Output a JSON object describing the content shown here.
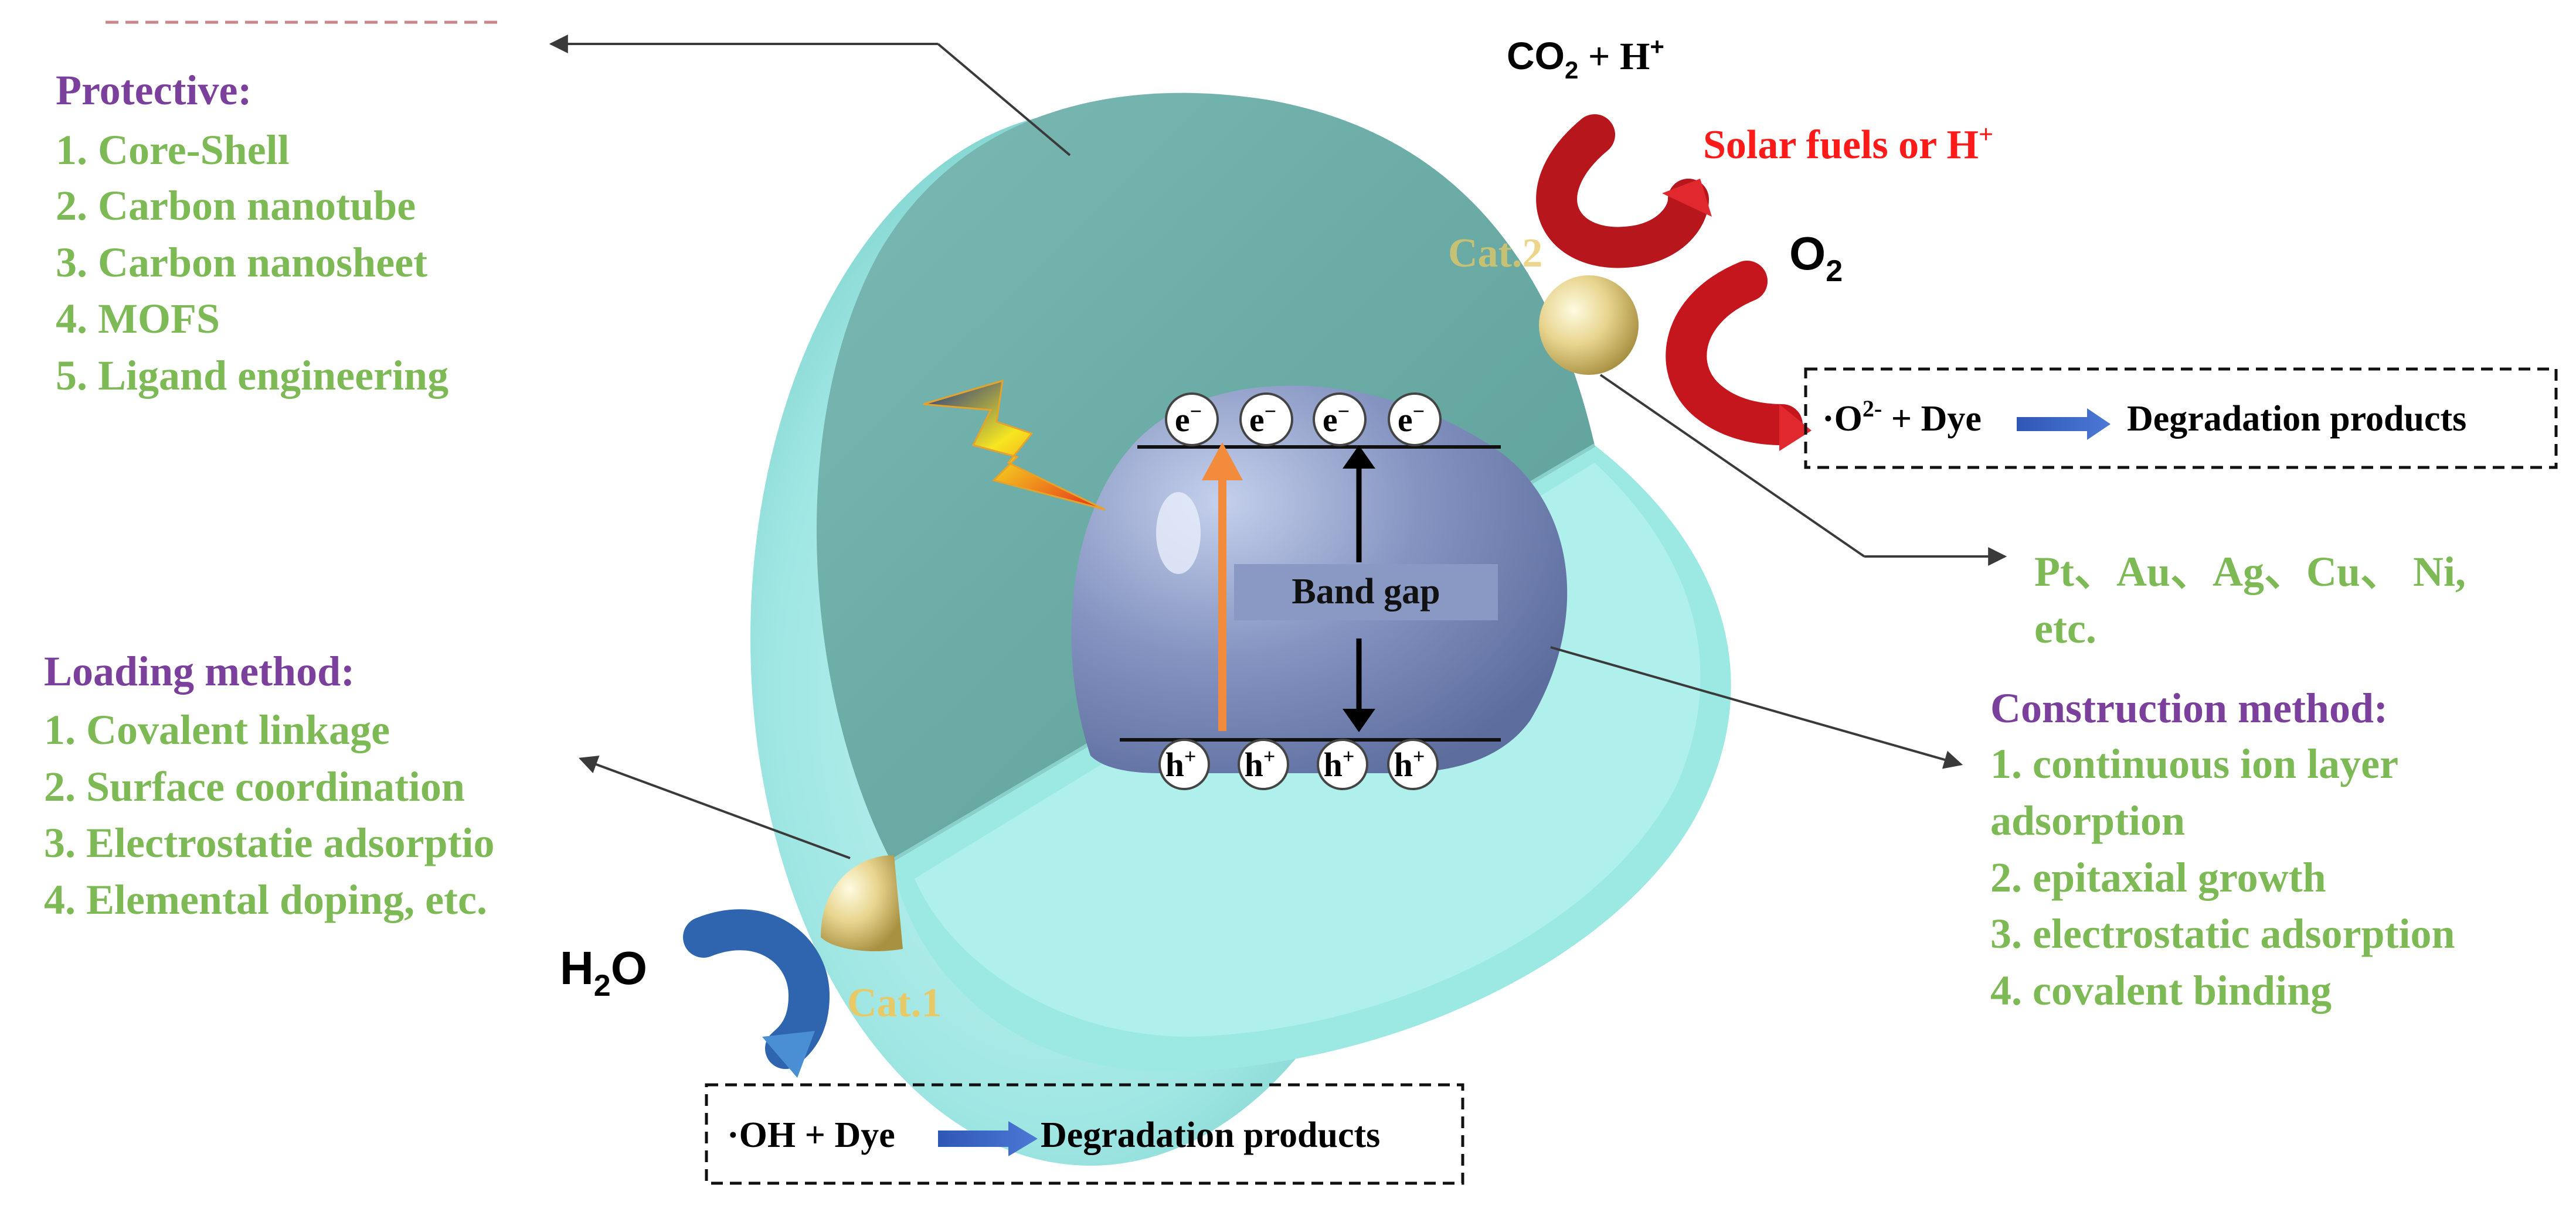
{
  "protective": {
    "title": "Protective:",
    "items": [
      "1. Core-Shell",
      "2. Carbon nanotube",
      "3. Carbon nanosheet",
      "4. MOFS",
      "5. Ligand engineering"
    ]
  },
  "loading": {
    "title": "Loading method:",
    "items": [
      "1. Covalent linkage",
      "2. Surface coordination",
      "3. Electrostatie adsorptio",
      "4. Elemental doping, etc."
    ]
  },
  "construction": {
    "title": "Construction method:",
    "items": [
      "1. continuous ion layer",
      "adsorption",
      "2. epitaxial growth",
      "3. electrostatic adsorption",
      "4. covalent binding"
    ]
  },
  "metals": {
    "line1": "Pt、Au、Ag、Cu、 Ni,",
    "line2": "etc."
  },
  "reactions": {
    "co2": "CO",
    "co2_sub": "2",
    "co2_plus": " + H",
    "co2_sup": "+",
    "solar": "Solar fuels or H",
    "solar_sup": "+",
    "o2": "O",
    "o2_sub": "2",
    "h2o_h": "H",
    "h2o_sub": "2",
    "h2o_o": "O"
  },
  "box_top": {
    "radical": "·O",
    "radical_sup": "2-",
    "plus_dye": " + Dye",
    "product": "Degradation products"
  },
  "box_bottom": {
    "radical": "·OH + Dye",
    "product": "Degradation products"
  },
  "cat1": "Cat.1",
  "cat2": "Cat.2",
  "band_gap": "Band gap",
  "electron": {
    "letter": "e",
    "sign": "−"
  },
  "hole": {
    "letter": "h",
    "sign": "+"
  },
  "colors": {
    "green_text": "#7dba56",
    "purple_text": "#7b3f9c",
    "red_text": "#ff1a1a",
    "shell_cut": "#6fb0aa",
    "shell_outer": "#a9ecea",
    "core": "#8595c0"
  }
}
